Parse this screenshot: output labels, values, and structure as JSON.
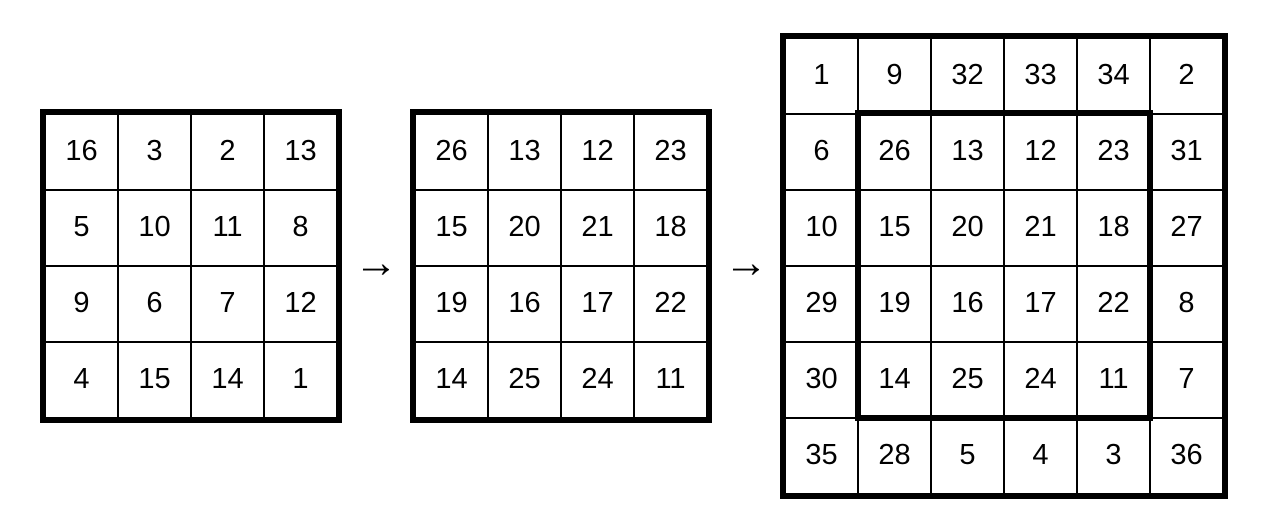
{
  "colors": {
    "line": "#000000",
    "cell_bg": "#ffffff",
    "text": "#000000",
    "page_bg": "#ffffff"
  },
  "arrows": [
    "→",
    "→"
  ],
  "grids": [
    {
      "name": "left-4x4-magic-square",
      "rows": 4,
      "cols": 4,
      "cells": [
        [
          16,
          3,
          2,
          13
        ],
        [
          5,
          10,
          11,
          8
        ],
        [
          9,
          6,
          7,
          12
        ],
        [
          4,
          15,
          14,
          1
        ]
      ]
    },
    {
      "name": "middle-4x4-magic-square",
      "rows": 4,
      "cols": 4,
      "cells": [
        [
          26,
          13,
          12,
          23
        ],
        [
          15,
          20,
          21,
          18
        ],
        [
          19,
          16,
          17,
          22
        ],
        [
          14,
          25,
          24,
          11
        ]
      ]
    },
    {
      "name": "right-6x6-magic-square",
      "rows": 6,
      "cols": 6,
      "cells": [
        [
          1,
          9,
          32,
          33,
          34,
          2
        ],
        [
          6,
          26,
          13,
          12,
          23,
          31
        ],
        [
          10,
          15,
          20,
          21,
          18,
          27
        ],
        [
          29,
          19,
          16,
          17,
          22,
          8
        ],
        [
          30,
          14,
          25,
          24,
          11,
          7
        ],
        [
          35,
          28,
          5,
          4,
          3,
          36
        ]
      ],
      "highlighted_subgrid": {
        "row_start": 2,
        "row_end": 5,
        "col_start": 2,
        "col_end": 5
      }
    }
  ]
}
